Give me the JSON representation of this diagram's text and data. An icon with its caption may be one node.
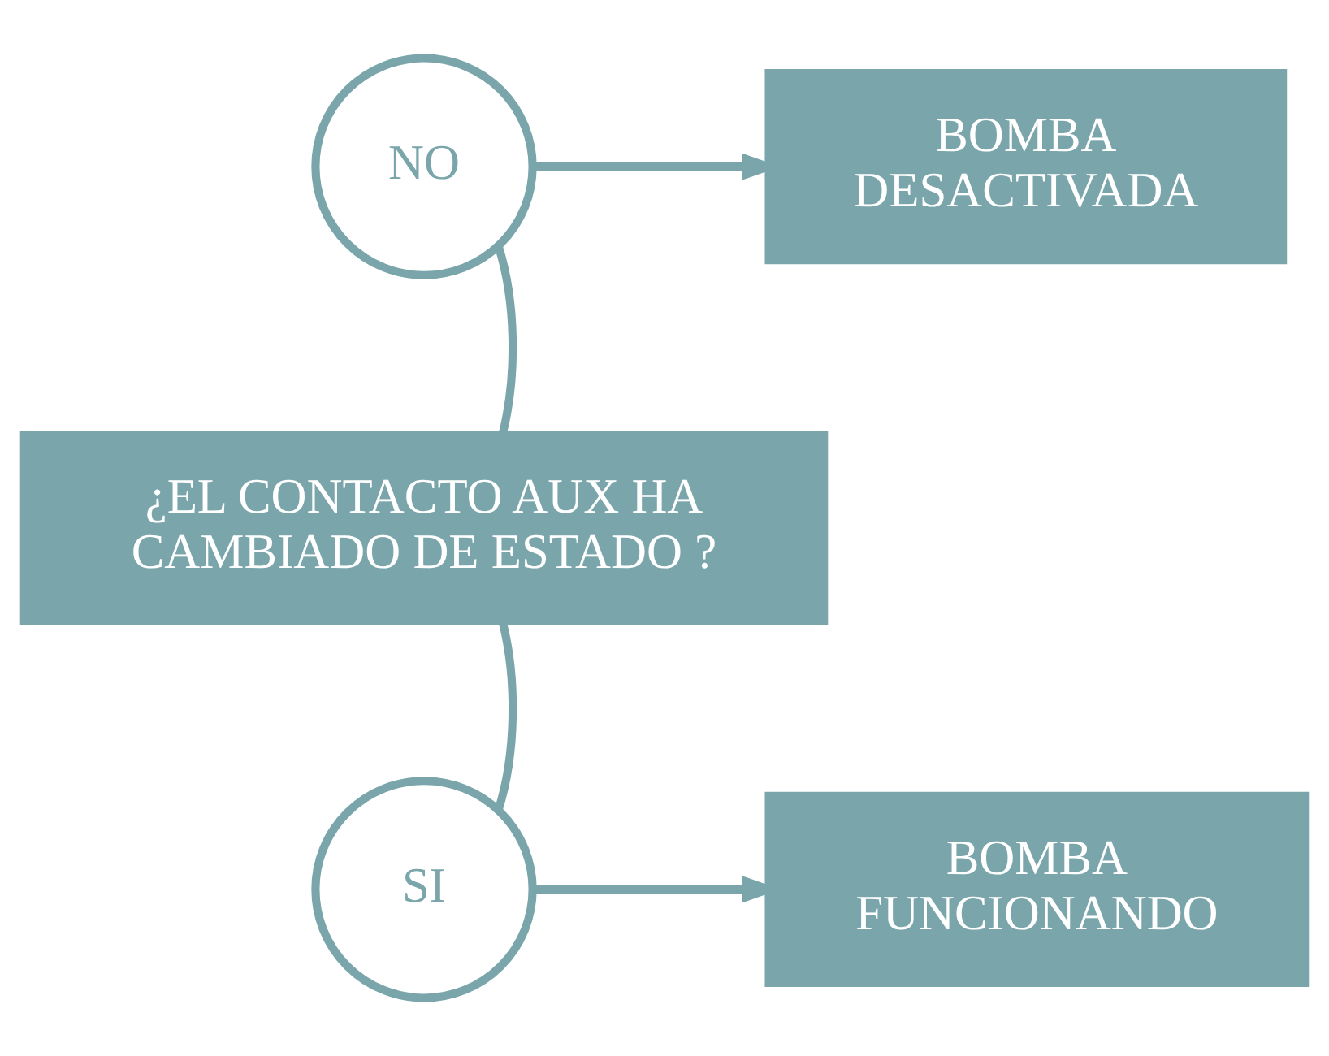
{
  "diagram": {
    "nodes": [
      {
        "text": [
          "NO"
        ]
      },
      {
        "text": [
          "BOMBA DESACTIVADA"
        ]
      },
      {
        "text": [
          "¿EL CONTACTO AUX HA CAMBIADO DE ESTADO ?"
        ]
      },
      {
        "text": [
          "SI"
        ]
      },
      {
        "text": [
          "BOMBA FUNCIONANDO"
        ]
      }
    ],
    "edges": [
      {
        "from": 2,
        "to": 0,
        "arrow": "none"
      },
      {
        "from": 0,
        "to": 1,
        "arrow": "to"
      },
      {
        "from": 2,
        "to": 3,
        "arrow": "none"
      },
      {
        "from": 3,
        "to": 4,
        "arrow": "to"
      }
    ]
  }
}
